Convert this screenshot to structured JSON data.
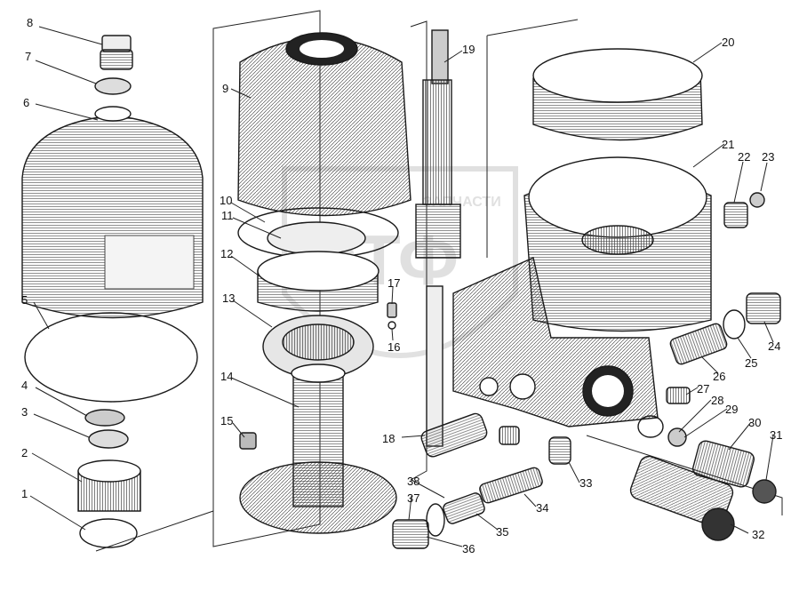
{
  "watermark": {
    "title": "ЗАПЧАСТИ",
    "logo_mark": "ЭТФ",
    "logo_icon": "shield-logo-icon"
  },
  "callouts": [
    "1",
    "2",
    "3",
    "4",
    "5",
    "6",
    "7",
    "8",
    "9",
    "10",
    "11",
    "12",
    "13",
    "14",
    "15",
    "16",
    "17",
    "18",
    "19",
    "20",
    "21",
    "22",
    "23",
    "24",
    "25",
    "26",
    "27",
    "28",
    "29",
    "30",
    "31",
    "32",
    "33",
    "34",
    "35",
    "36",
    "37",
    "38"
  ]
}
